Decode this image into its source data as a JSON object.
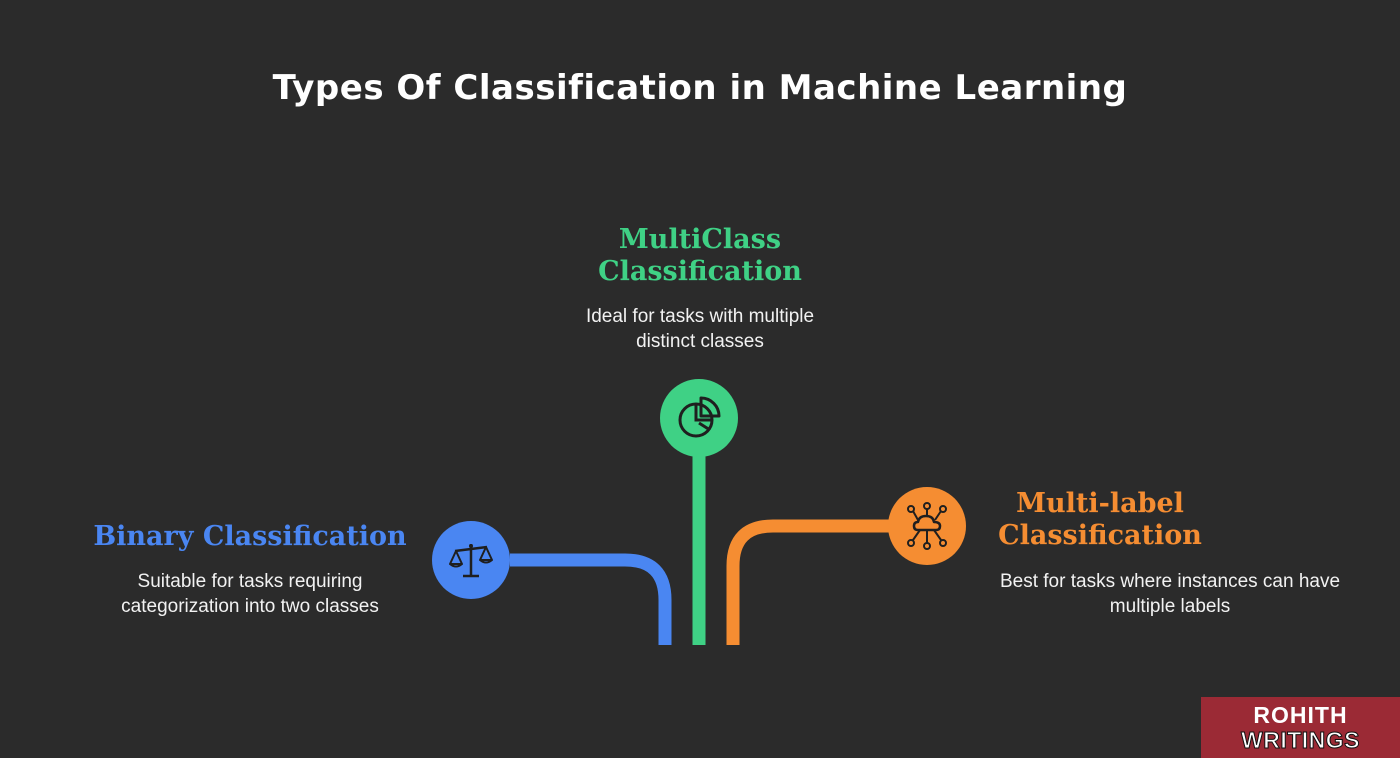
{
  "page": {
    "title": "Types Of Classification in Machine Learning",
    "background_color": "#2b2b2b"
  },
  "branches": [
    {
      "id": "binary",
      "title": "Binary Classification",
      "description": "Suitable for tasks requiring categorization into two classes",
      "color": "#4a86f2",
      "icon": "balance-scale-icon"
    },
    {
      "id": "multiclass",
      "title": "MultiClass Classification",
      "description": "Ideal for tasks with multiple distinct classes",
      "color": "#3fd185",
      "icon": "pie-chart-icon"
    },
    {
      "id": "multilabel",
      "title": "Multi-label Classification",
      "description": "Best for tasks where instances can have multiple labels",
      "color": "#f58d32",
      "icon": "cloud-network-icon"
    }
  ],
  "brand": {
    "line1": "ROHITH",
    "line2": "WRITINGS",
    "color": "#9b2a35"
  }
}
